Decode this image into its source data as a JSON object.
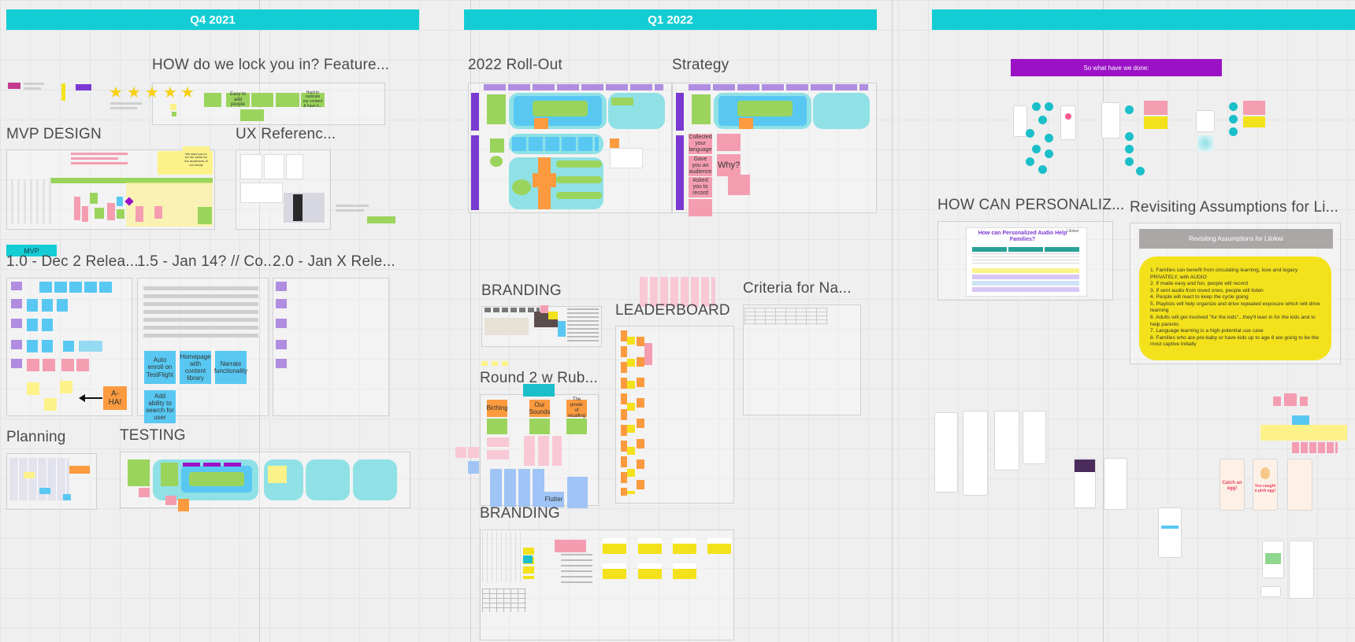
{
  "banners": {
    "q4": "Q4 2021",
    "q1": "Q1 2022",
    "q2": ""
  },
  "frames": {
    "lock_in": "HOW do we lock you in? Feature...",
    "mvp_design": "MVP DESIGN",
    "ux_reference": "UX Referenc...",
    "mvp_tag": "MVP",
    "release_1_0": "1.0 - Dec 2 Relea...",
    "release_1_5": "1.5 - Jan 14? // Co...",
    "release_2_0": "2.0 - Jan X Rele...",
    "planning": "Planning",
    "testing": "TESTING",
    "rollout": "2022 Roll-Out",
    "strategy": "Strategy",
    "branding_1": "BRANDING",
    "leaderboard": "LEADERBOARD",
    "criteria": "Criteria for Na...",
    "round2": "Round 2 w Rub...",
    "branding_2": "BRANDING",
    "personalize": "HOW CAN PERSONALIZ...",
    "revisiting": "Revisiting Assumptions for Li..."
  },
  "so_what_banner": "So what have we done:",
  "lock_notes": {
    "easy": "Easy to add people",
    "hard": "Hard to replicate my content & have it..."
  },
  "mvp_note": "We want you to be the same for the audiences of our family",
  "release_1_5_notes": {
    "auto_enroll": "Auto enroll on TestFlight",
    "homepage": "Homepage with content library",
    "narrate": "Narrate functionality",
    "search": "Add ability to search for user"
  },
  "aha": "A-HA!",
  "strategy_notes": {
    "collected": "Collected your language",
    "gave": "Gave you an audience",
    "asked": "Asked you to record",
    "why": "Why?"
  },
  "round2_notes": {
    "birthing": "Birthing",
    "our_sounds": "Our Sounds",
    "the_power": "The power of recalling",
    "flutter": "Flutter"
  },
  "personalize_card": {
    "title": "How can Personalized Audio Help Families?",
    "logo": "Lilokwi"
  },
  "revisiting_header": "Revisiting Assumptions for Lilokwi",
  "assumptions": [
    "1. Families can benefit from circulating learning, love and legacy PRIVATELY, with AUDIO",
    "2. If made easy and fun, people will record",
    "3. If sent audio from loved ones, people will listen",
    "4. People will react to keep the cycle going",
    "5. Playlists will help organize and drive repeated exposure which will drive learning",
    "6. Adults will get involved \"for the kids\"...they'll lean in for the kids and to help parents",
    "7. Language learning is a high-potential use case",
    "8. Families who are pre-baby or have kids up to age 8 are going to be the most captive initially"
  ],
  "phone_screens": {
    "catch_egg": "Catch an egg!",
    "you_caught": "You caught a pink egg!"
  },
  "colors": {
    "banner": "#14cdd4",
    "purple": "#9b12c6",
    "yellow": "#f3e21b",
    "sticky_yellow": "#fdf28a",
    "sticky_blue": "#58c8f2",
    "sticky_pink": "#f49db1",
    "sticky_orange": "#fb9a3e",
    "sticky_green": "#9bd45d",
    "sticky_purple": "#b08de0"
  }
}
